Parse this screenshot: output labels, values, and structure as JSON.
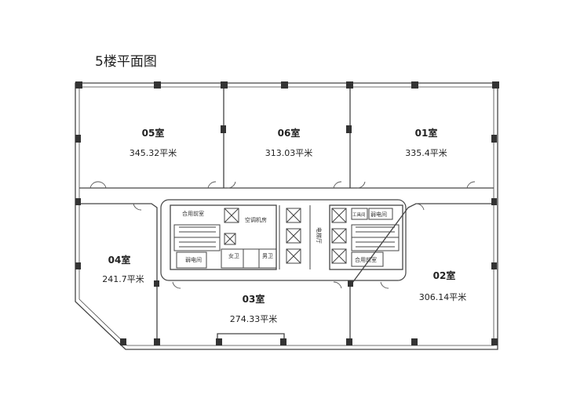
{
  "title": "5楼平面图",
  "rooms": [
    {
      "name": "05室",
      "area": "345.32平米"
    },
    {
      "name": "06室",
      "area": "313.03平米"
    },
    {
      "name": "01室",
      "area": "335.4平米"
    },
    {
      "name": "04室",
      "area": "241.7平米"
    },
    {
      "name": "03室",
      "area": "274.33平米"
    },
    {
      "name": "02室",
      "area": "306.14平米"
    }
  ],
  "core": {
    "shared_anteroom_left": "合用前室",
    "shared_anteroom_right": "合用前室",
    "ac_room": "空调机房",
    "weak_current_left": "弱电间",
    "weak_current_right": "弱电间",
    "female_wc": "女卫",
    "male_wc": "男卫",
    "elevator_hall": "电梯厅",
    "tool_room": "工具间"
  }
}
